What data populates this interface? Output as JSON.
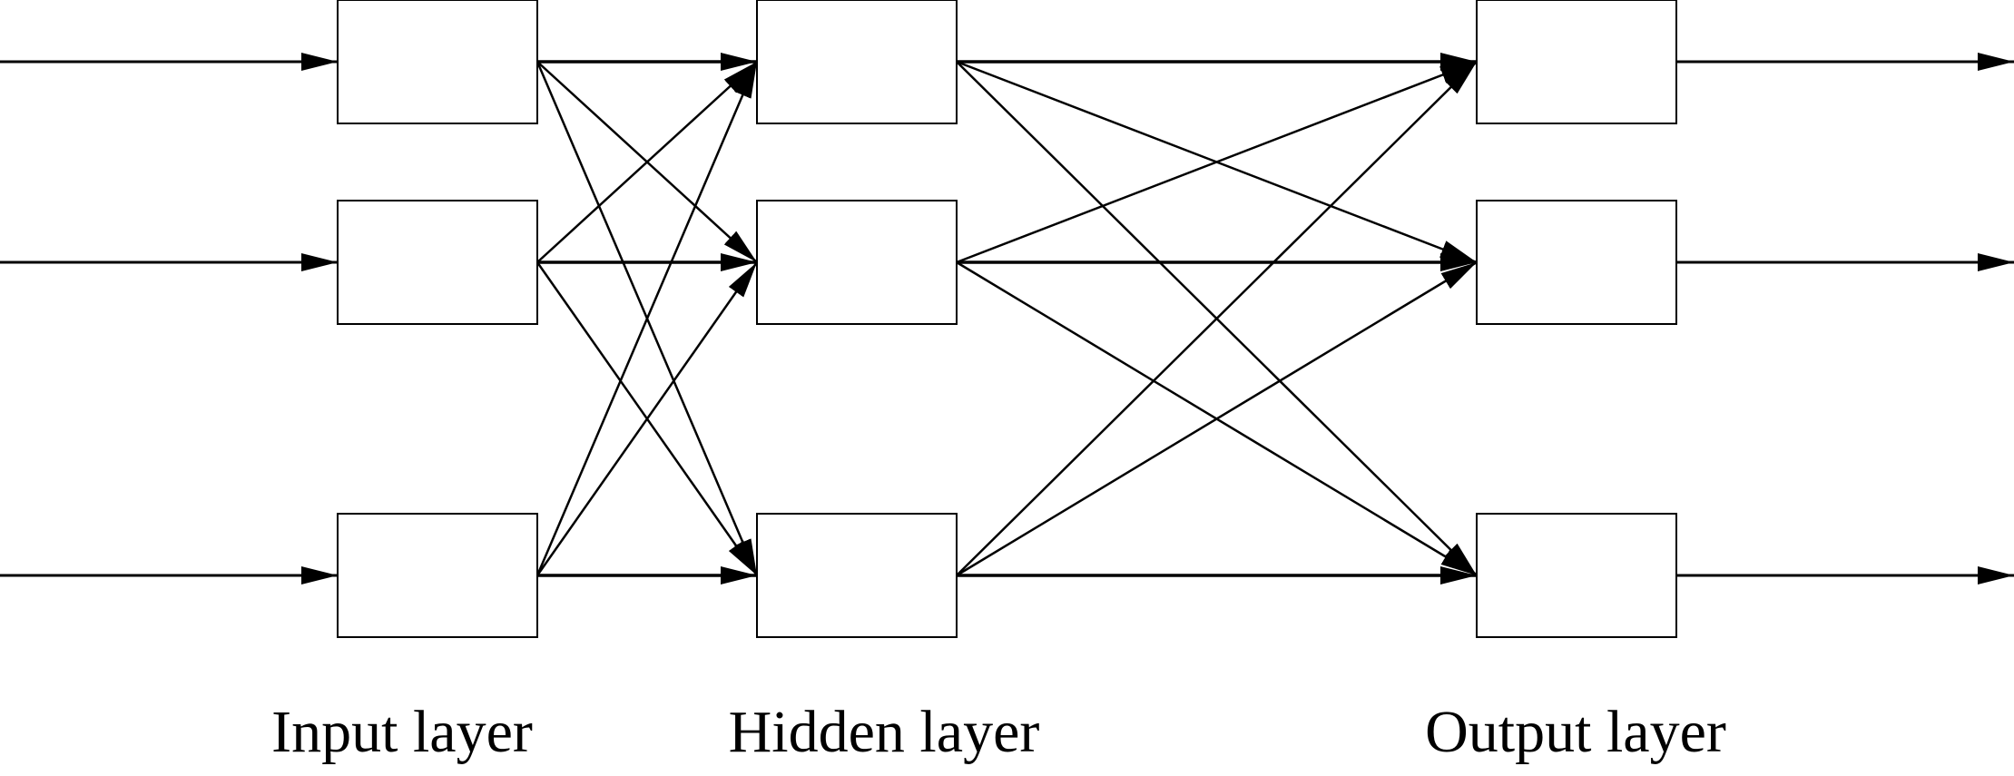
{
  "layers": [
    {
      "id": "input",
      "label": "Input layer",
      "node_count": 3
    },
    {
      "id": "hidden",
      "label": "Hidden layer",
      "node_count": 3
    },
    {
      "id": "output",
      "label": "Output layer",
      "node_count": 3
    }
  ],
  "connections": "fully-connected between adjacent layers",
  "has_external_inputs": true,
  "has_external_outputs": true,
  "colors": {
    "stroke": "#000000",
    "background": "#ffffff"
  }
}
